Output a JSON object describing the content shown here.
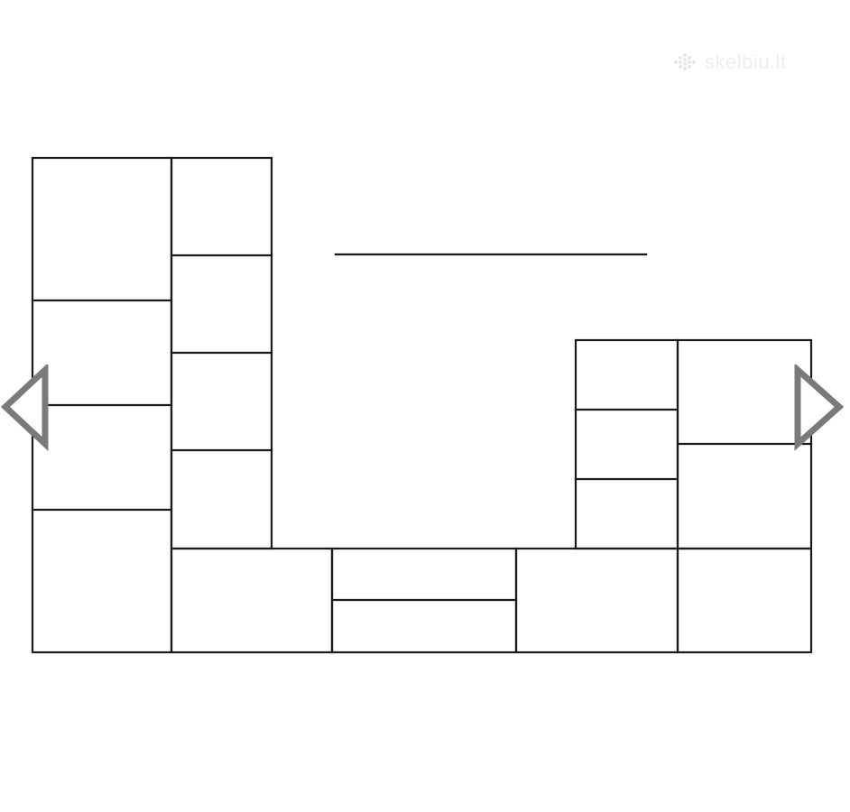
{
  "watermark": {
    "text": "skelbiu.lt",
    "icon": "skelbiu-dots-logo"
  },
  "image": {
    "subject": "furniture-wall-unit-line-drawing",
    "line_color": "#1a1a1a"
  },
  "navigation": {
    "prev_icon": "chevron-left-icon",
    "next_icon": "chevron-right-icon",
    "arrow_color": "#7a7a7a"
  }
}
